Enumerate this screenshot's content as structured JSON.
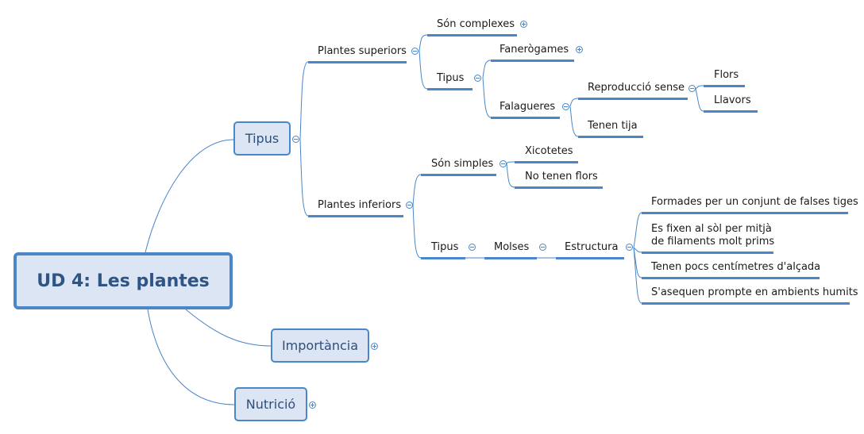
{
  "central": "UD 4: Les plantes",
  "branches": {
    "tipus": "Tipus",
    "importancia": "Importància",
    "nutricio": "Nutrició"
  },
  "superiors": {
    "label": "Plantes superiors",
    "son_complexes": "Són complexes",
    "tipus": "Tipus",
    "faneroga": "Fanerògames",
    "falagueres": "Falagueres",
    "reproduccio": "Reproducció sense",
    "flors": "Flors",
    "llavors": "Llavors",
    "tija": "Tenen tija"
  },
  "inferiors": {
    "label": "Plantes inferiors",
    "son_simples": "Són simples",
    "xicotetes": "Xicotetes",
    "no_flors": "No tenen flors",
    "tipus": "Tipus",
    "molses": "Molses",
    "estructura": "Estructura",
    "e1": "Formades per un conjunt de falses tiges",
    "e2_line1": "Es fixen al sòl per mitjà",
    "e2_line2": "de filaments molt prims",
    "e3": "Tenen pocs centímetres d'alçada",
    "e4": "S'asequen prompte en ambients humits"
  }
}
